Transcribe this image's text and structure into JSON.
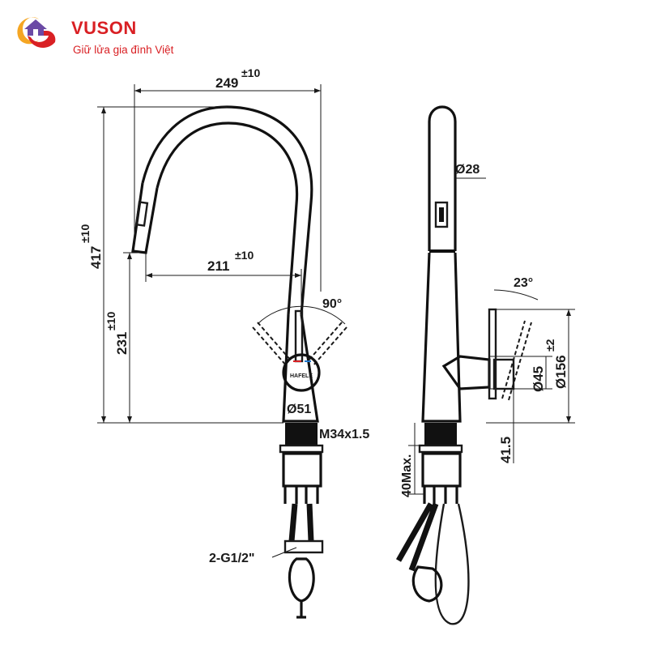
{
  "logo": {
    "brand_name": "VUSON",
    "tagline": "Giữ lửa gia đình Việt",
    "colors": {
      "brand": "#d92024",
      "accent": "#f5a623",
      "secondary": "#6b4aa5"
    }
  },
  "faucet_badge": "HAFELE",
  "dimensions": {
    "width_249": {
      "value": "249",
      "tolerance": "±10"
    },
    "height_417": {
      "value": "417",
      "tolerance": "±10"
    },
    "height_231": {
      "value": "231",
      "tolerance": "±10"
    },
    "reach_211": {
      "value": "211",
      "tolerance": "±10"
    },
    "angle_90": "90°",
    "base_dia": "Ø51",
    "thread": "M34x1.5",
    "spout_dia": "Ø28",
    "angle_23": "23°",
    "lever_dia": "Ø45",
    "lever_height": {
      "value": "Ø156",
      "tolerance": "±2"
    },
    "lever_offset": "41.5",
    "counter_max": "40Max.",
    "hose_connection": "2-G1/2\""
  }
}
